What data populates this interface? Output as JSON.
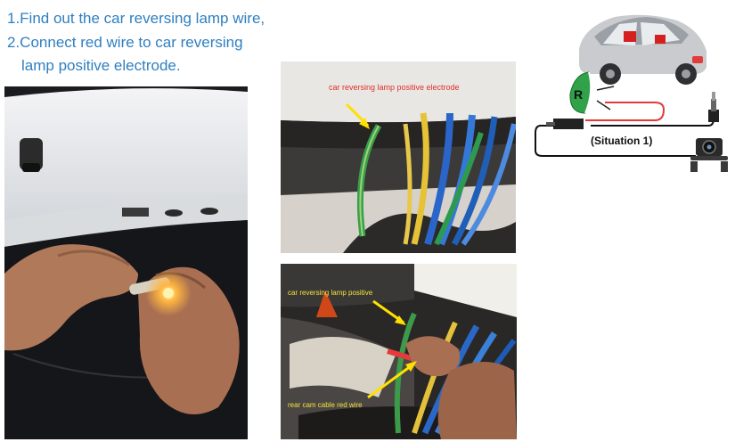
{
  "instructions": {
    "step1": "1.Find out the car reversing lamp wire,",
    "step2_line1": "2.Connect red wire to car reversing",
    "step2_line2": "lamp positive electrode."
  },
  "photo_top_right": {
    "label": "car reversing lamp positive electrode"
  },
  "photo_bottom_right": {
    "label_positive": "car reversing lamp positive",
    "label_red_wire": "rear cam cable red wire"
  },
  "diagram": {
    "reverse_marker": "R",
    "situation_label": "(Situation 1)"
  },
  "colors": {
    "instruction_text": "#2f7fc0",
    "label_red": "#e0302a",
    "label_yellow": "#f2e23a",
    "arrow_yellow": "#ffe000",
    "reverse_green": "#2fa24a",
    "cable_red": "#e43a3a"
  },
  "icons": [
    "car-icon",
    "reverse-lamp-icon",
    "rear-camera-icon",
    "av-jack-icon"
  ]
}
